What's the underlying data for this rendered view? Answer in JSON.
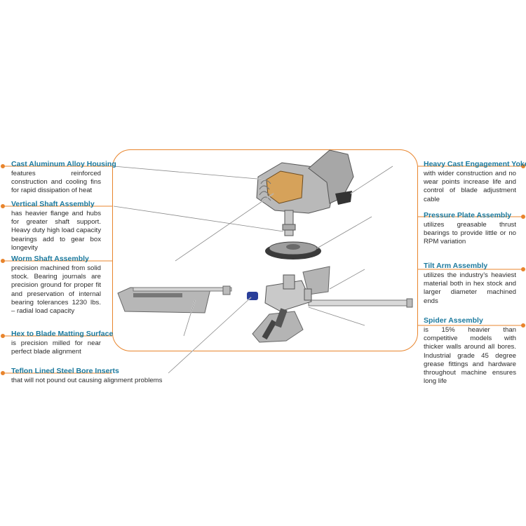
{
  "accent_color": "#e8842c",
  "title_color": "#1c7a9e",
  "callouts": {
    "cast_aluminum": {
      "title": "Cast Aluminum Alloy Housing",
      "desc": "features reinforced construction and cooling fins for rapid dissipation of heat"
    },
    "vertical_shaft": {
      "title": "Vertical Shaft Assembly",
      "desc": "has heavier flange and hubs for greater shaft support. Heavy duty high load capacity bearings add to gear box longevity"
    },
    "worm_shaft": {
      "title": "Worm Shaft Assembly",
      "desc": "precision machined from solid stock. Bearing journals are precision ground for proper fit and preservation of internal bearing tolerances 1230 lbs. – radial load capacity"
    },
    "hex_blade": {
      "title": "Hex to Blade Matting Surface",
      "desc": "is precision milled for near perfect blade alignment"
    },
    "teflon": {
      "title": "Teflon Lined Steel Bore Inserts",
      "desc": "that will not pound out causing alignment problems"
    },
    "heavy_yoke": {
      "title": "Heavy Cast Engagement Yoke",
      "desc": "with wider construction and no wear points increase life and control of blade adjustment cable"
    },
    "pressure_plate": {
      "title": "Pressure Plate Assembly",
      "desc": "utilizes greasable thrust bearings to provide little or no RPM variation"
    },
    "tilt_arm": {
      "title": "Tilt Arm Assembly",
      "desc": "utilizes the industry’s heaviest material both in hex stock and larger diameter machined ends"
    },
    "spider": {
      "title": "Spider Assembly",
      "desc": "is 15% heavier than competitive models with thicker walls around all bores. Industrial grade 45 degree grease fittings and hardware throughout machine ensures long life"
    }
  }
}
